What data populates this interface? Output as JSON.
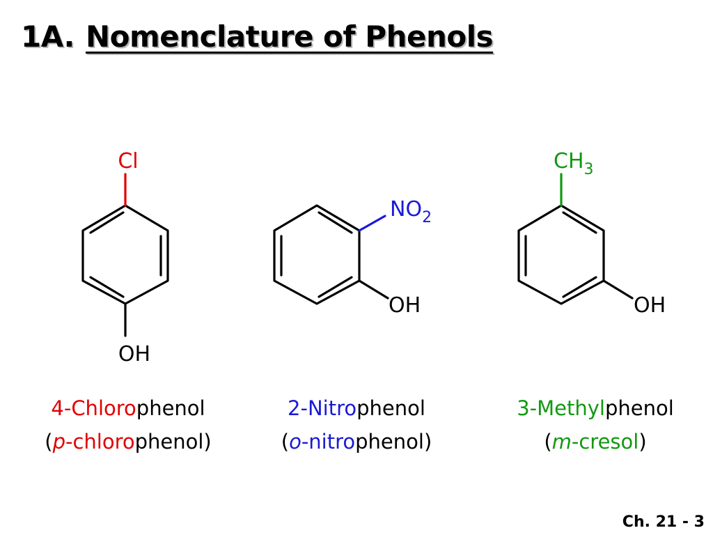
{
  "title": {
    "number": "1A.",
    "text": "Nomenclature of Phenols"
  },
  "colors": {
    "chloro": "#e00000",
    "nitro": "#1a1ad6",
    "methyl": "#119911",
    "black": "#000000"
  },
  "molecules": [
    {
      "substituent": {
        "text": "Cl",
        "color": "#e00000"
      },
      "hydroxyl": "OH",
      "name": {
        "prefix": "4-",
        "colored": "Chloro",
        "suffix": "phenol"
      },
      "common": {
        "open": "(",
        "locant": "p",
        "dash": "-",
        "colored": "chloro",
        "suffix": "phenol",
        "close": ")"
      }
    },
    {
      "substituent": {
        "text": "NO",
        "subscript": "2",
        "color": "#1a1ad6"
      },
      "hydroxyl": "OH",
      "name": {
        "prefix": "2-",
        "colored": "Nitro",
        "suffix": "phenol"
      },
      "common": {
        "open": "(",
        "locant": "o",
        "dash": "-",
        "colored": "nitro",
        "suffix": "phenol",
        "close": ")"
      }
    },
    {
      "substituent": {
        "text": "CH",
        "subscript": "3",
        "color": "#119911"
      },
      "hydroxyl": "OH",
      "name": {
        "prefix": "3-",
        "colored": "Methyl",
        "suffix": "phenol"
      },
      "common": {
        "open": "(",
        "locant": "m",
        "dash": "-",
        "colored": "cresol",
        "suffix": "",
        "close": ")"
      }
    }
  ],
  "page_number": "Ch. 21 - 3"
}
